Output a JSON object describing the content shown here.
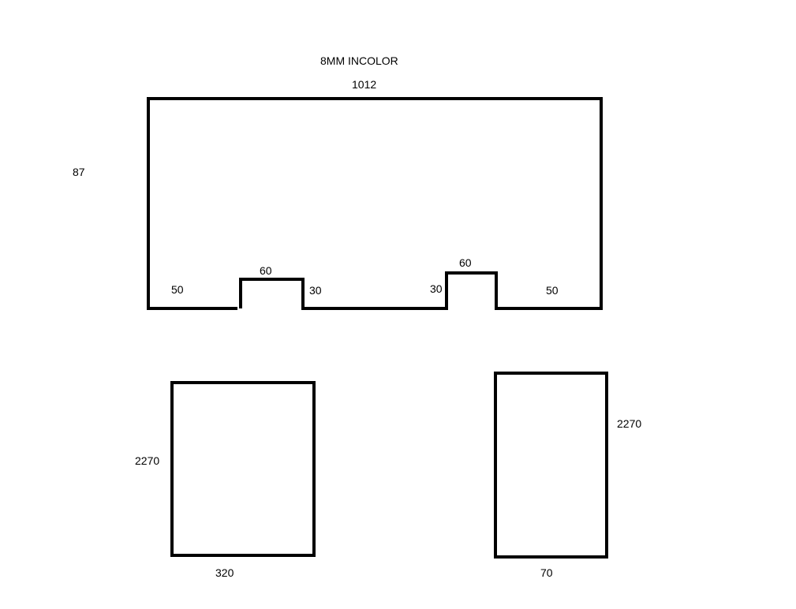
{
  "title": "8MM INCOLOR",
  "top_panel": {
    "width_label": "1012",
    "height_label": "87",
    "left_segment_label": "50",
    "notch1_width_label": "60",
    "notch1_gap_label": "30",
    "notch2_gap_label": "30",
    "notch2_width_label": "60",
    "right_segment_label": "50"
  },
  "panel_left": {
    "height_label": "2270",
    "width_label": "320"
  },
  "panel_right": {
    "height_label": "2270",
    "width_label": "70"
  },
  "colors": {
    "stroke": "#000000",
    "background": "#ffffff"
  }
}
